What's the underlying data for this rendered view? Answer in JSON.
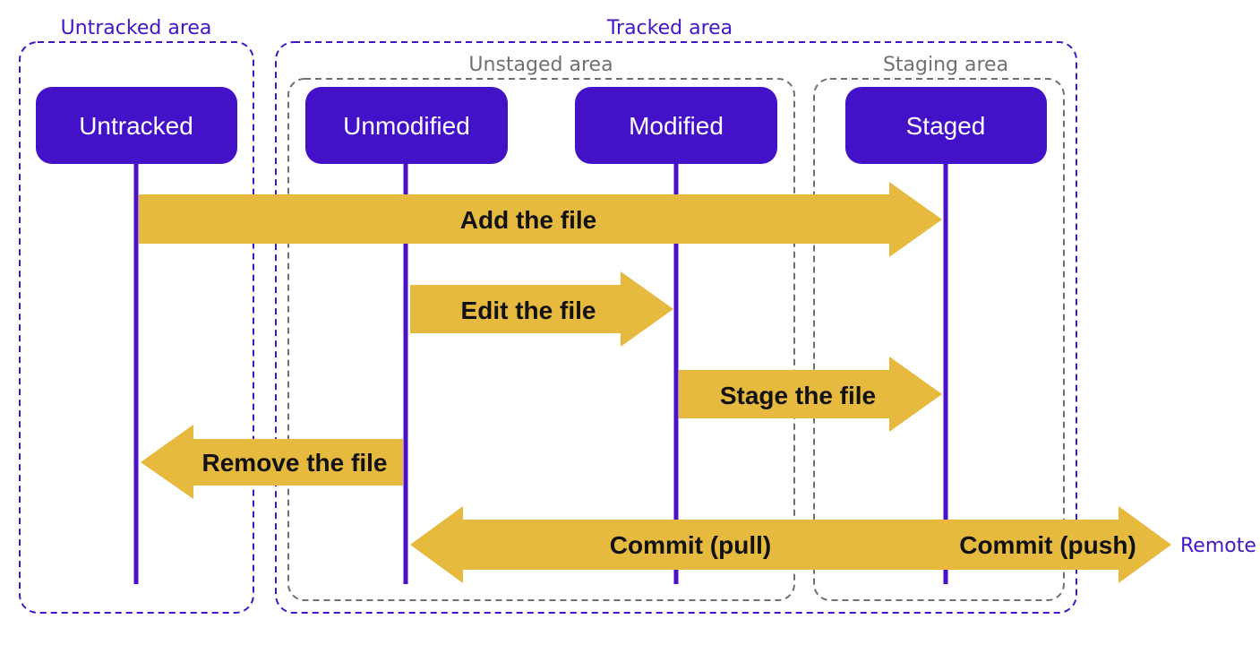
{
  "colors": {
    "tracked_purple": "#4415c2",
    "state_box": "#4311c7",
    "lifeline": "#4a12c4",
    "arrow_gold": "#e6b93f",
    "unstaged_gray": "#707070",
    "text_dark": "#111111",
    "state_text": "#ffffff"
  },
  "regions": {
    "untracked_area": "Untracked area",
    "tracked_area": "Tracked area",
    "unstaged_area": "Unstaged area",
    "staging_area": "Staging area"
  },
  "states": {
    "untracked": "Untracked",
    "unmodified": "Unmodified",
    "modified": "Modified",
    "staged": "Staged"
  },
  "transitions": {
    "add": "Add the file",
    "edit": "Edit the file",
    "stage": "Stage the file",
    "remove": "Remove the file",
    "commit_pull": "Commit (pull)",
    "commit_push": "Commit (push)"
  },
  "remote_label": "Remote"
}
